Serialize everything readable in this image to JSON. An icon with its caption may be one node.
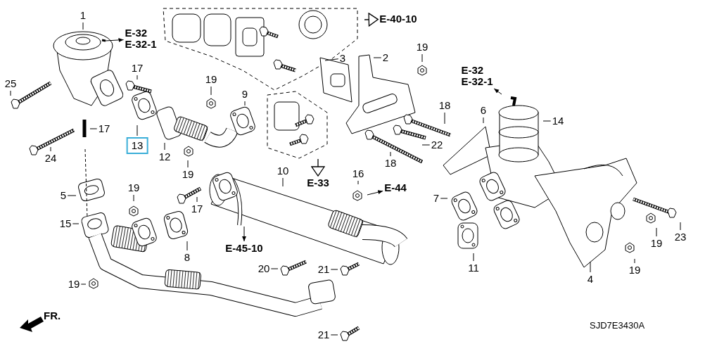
{
  "diagram": {
    "nodes": [
      {
        "text": [
          "1"
        ]
      },
      {
        "text": [
          "E-32",
          "E-32-1"
        ]
      },
      {
        "text": [
          "E-40-10"
        ]
      },
      {
        "text": [
          "3"
        ]
      },
      {
        "text": [
          "2"
        ]
      },
      {
        "text": [
          "19"
        ]
      },
      {
        "text": [
          "E-32",
          "E-32-1"
        ]
      },
      {
        "text": [
          "17"
        ]
      },
      {
        "text": [
          "19"
        ]
      },
      {
        "text": [
          "25"
        ]
      },
      {
        "text": [
          "9"
        ]
      },
      {
        "text": [
          "18"
        ]
      },
      {
        "text": [
          "6"
        ]
      },
      {
        "text": [
          "14"
        ]
      },
      {
        "text": [
          "17"
        ]
      },
      {
        "text": [
          "13"
        ]
      },
      {
        "text": [
          "22"
        ]
      },
      {
        "text": [
          "12"
        ]
      },
      {
        "text": [
          "24"
        ]
      },
      {
        "text": [
          "18"
        ]
      },
      {
        "text": [
          "19"
        ]
      },
      {
        "text": [
          "10"
        ]
      },
      {
        "text": [
          "E-33"
        ]
      },
      {
        "text": [
          "16"
        ]
      },
      {
        "text": [
          "E-44"
        ]
      },
      {
        "text": [
          "5"
        ]
      },
      {
        "text": [
          "19"
        ]
      },
      {
        "text": [
          "7"
        ]
      },
      {
        "text": [
          "17"
        ]
      },
      {
        "text": [
          "15"
        ]
      },
      {
        "text": [
          "23"
        ]
      },
      {
        "text": [
          "19"
        ]
      },
      {
        "text": [
          "8"
        ]
      },
      {
        "text": [
          "E-45-10"
        ]
      },
      {
        "text": [
          "19"
        ]
      },
      {
        "text": [
          "11"
        ]
      },
      {
        "text": [
          "20"
        ]
      },
      {
        "text": [
          "21"
        ]
      },
      {
        "text": [
          "4"
        ]
      },
      {
        "text": [
          "19"
        ]
      },
      {
        "text": [
          "21"
        ]
      }
    ],
    "edges": [
      {
        "from": 0,
        "to": null,
        "arrow": "none"
      },
      {
        "from": null,
        "to": 1,
        "arrow": "to"
      },
      {
        "from": null,
        "to": 2,
        "arrow": "to"
      },
      {
        "from": 3,
        "to": null,
        "arrow": "none"
      },
      {
        "from": 4,
        "to": null,
        "arrow": "none"
      },
      {
        "from": 5,
        "to": null,
        "arrow": "none"
      },
      {
        "from": null,
        "to": 6,
        "arrow": "to"
      },
      {
        "from": 7,
        "to": null,
        "arrow": "none"
      },
      {
        "from": 8,
        "to": null,
        "arrow": "none"
      },
      {
        "from": 9,
        "to": null,
        "arrow": "none"
      },
      {
        "from": 10,
        "to": null,
        "arrow": "none"
      },
      {
        "from": 11,
        "to": null,
        "arrow": "none"
      },
      {
        "from": 12,
        "to": null,
        "arrow": "none"
      },
      {
        "from": 13,
        "to": null,
        "arrow": "none"
      },
      {
        "from": 14,
        "to": null,
        "arrow": "none"
      },
      {
        "from": 15,
        "to": null,
        "arrow": "none"
      },
      {
        "from": 16,
        "to": null,
        "arrow": "none"
      },
      {
        "from": 17,
        "to": null,
        "arrow": "none"
      },
      {
        "from": 18,
        "to": null,
        "arrow": "none"
      },
      {
        "from": 19,
        "to": null,
        "arrow": "none"
      },
      {
        "from": 20,
        "to": null,
        "arrow": "none"
      },
      {
        "from": 21,
        "to": null,
        "arrow": "none"
      },
      {
        "from": null,
        "to": 22,
        "arrow": "to"
      },
      {
        "from": 23,
        "to": null,
        "arrow": "none"
      },
      {
        "from": null,
        "to": 24,
        "arrow": "to"
      },
      {
        "from": 25,
        "to": null,
        "arrow": "none"
      },
      {
        "from": 26,
        "to": null,
        "arrow": "none"
      },
      {
        "from": 27,
        "to": null,
        "arrow": "none"
      },
      {
        "from": 28,
        "to": null,
        "arrow": "none"
      },
      {
        "from": 29,
        "to": null,
        "arrow": "none"
      },
      {
        "from": 30,
        "to": null,
        "arrow": "none"
      },
      {
        "from": 31,
        "to": null,
        "arrow": "none"
      },
      {
        "from": 32,
        "to": null,
        "arrow": "none"
      },
      {
        "from": null,
        "to": 33,
        "arrow": "to"
      },
      {
        "from": 34,
        "to": null,
        "arrow": "none"
      },
      {
        "from": 35,
        "to": null,
        "arrow": "none"
      },
      {
        "from": 36,
        "to": null,
        "arrow": "none"
      },
      {
        "from": 37,
        "to": null,
        "arrow": "none"
      },
      {
        "from": 38,
        "to": null,
        "arrow": "none"
      },
      {
        "from": 39,
        "to": null,
        "arrow": "none"
      },
      {
        "from": 40,
        "to": null,
        "arrow": "none"
      }
    ],
    "labels": [
      "FR.",
      "SJD7E3430A"
    ]
  }
}
